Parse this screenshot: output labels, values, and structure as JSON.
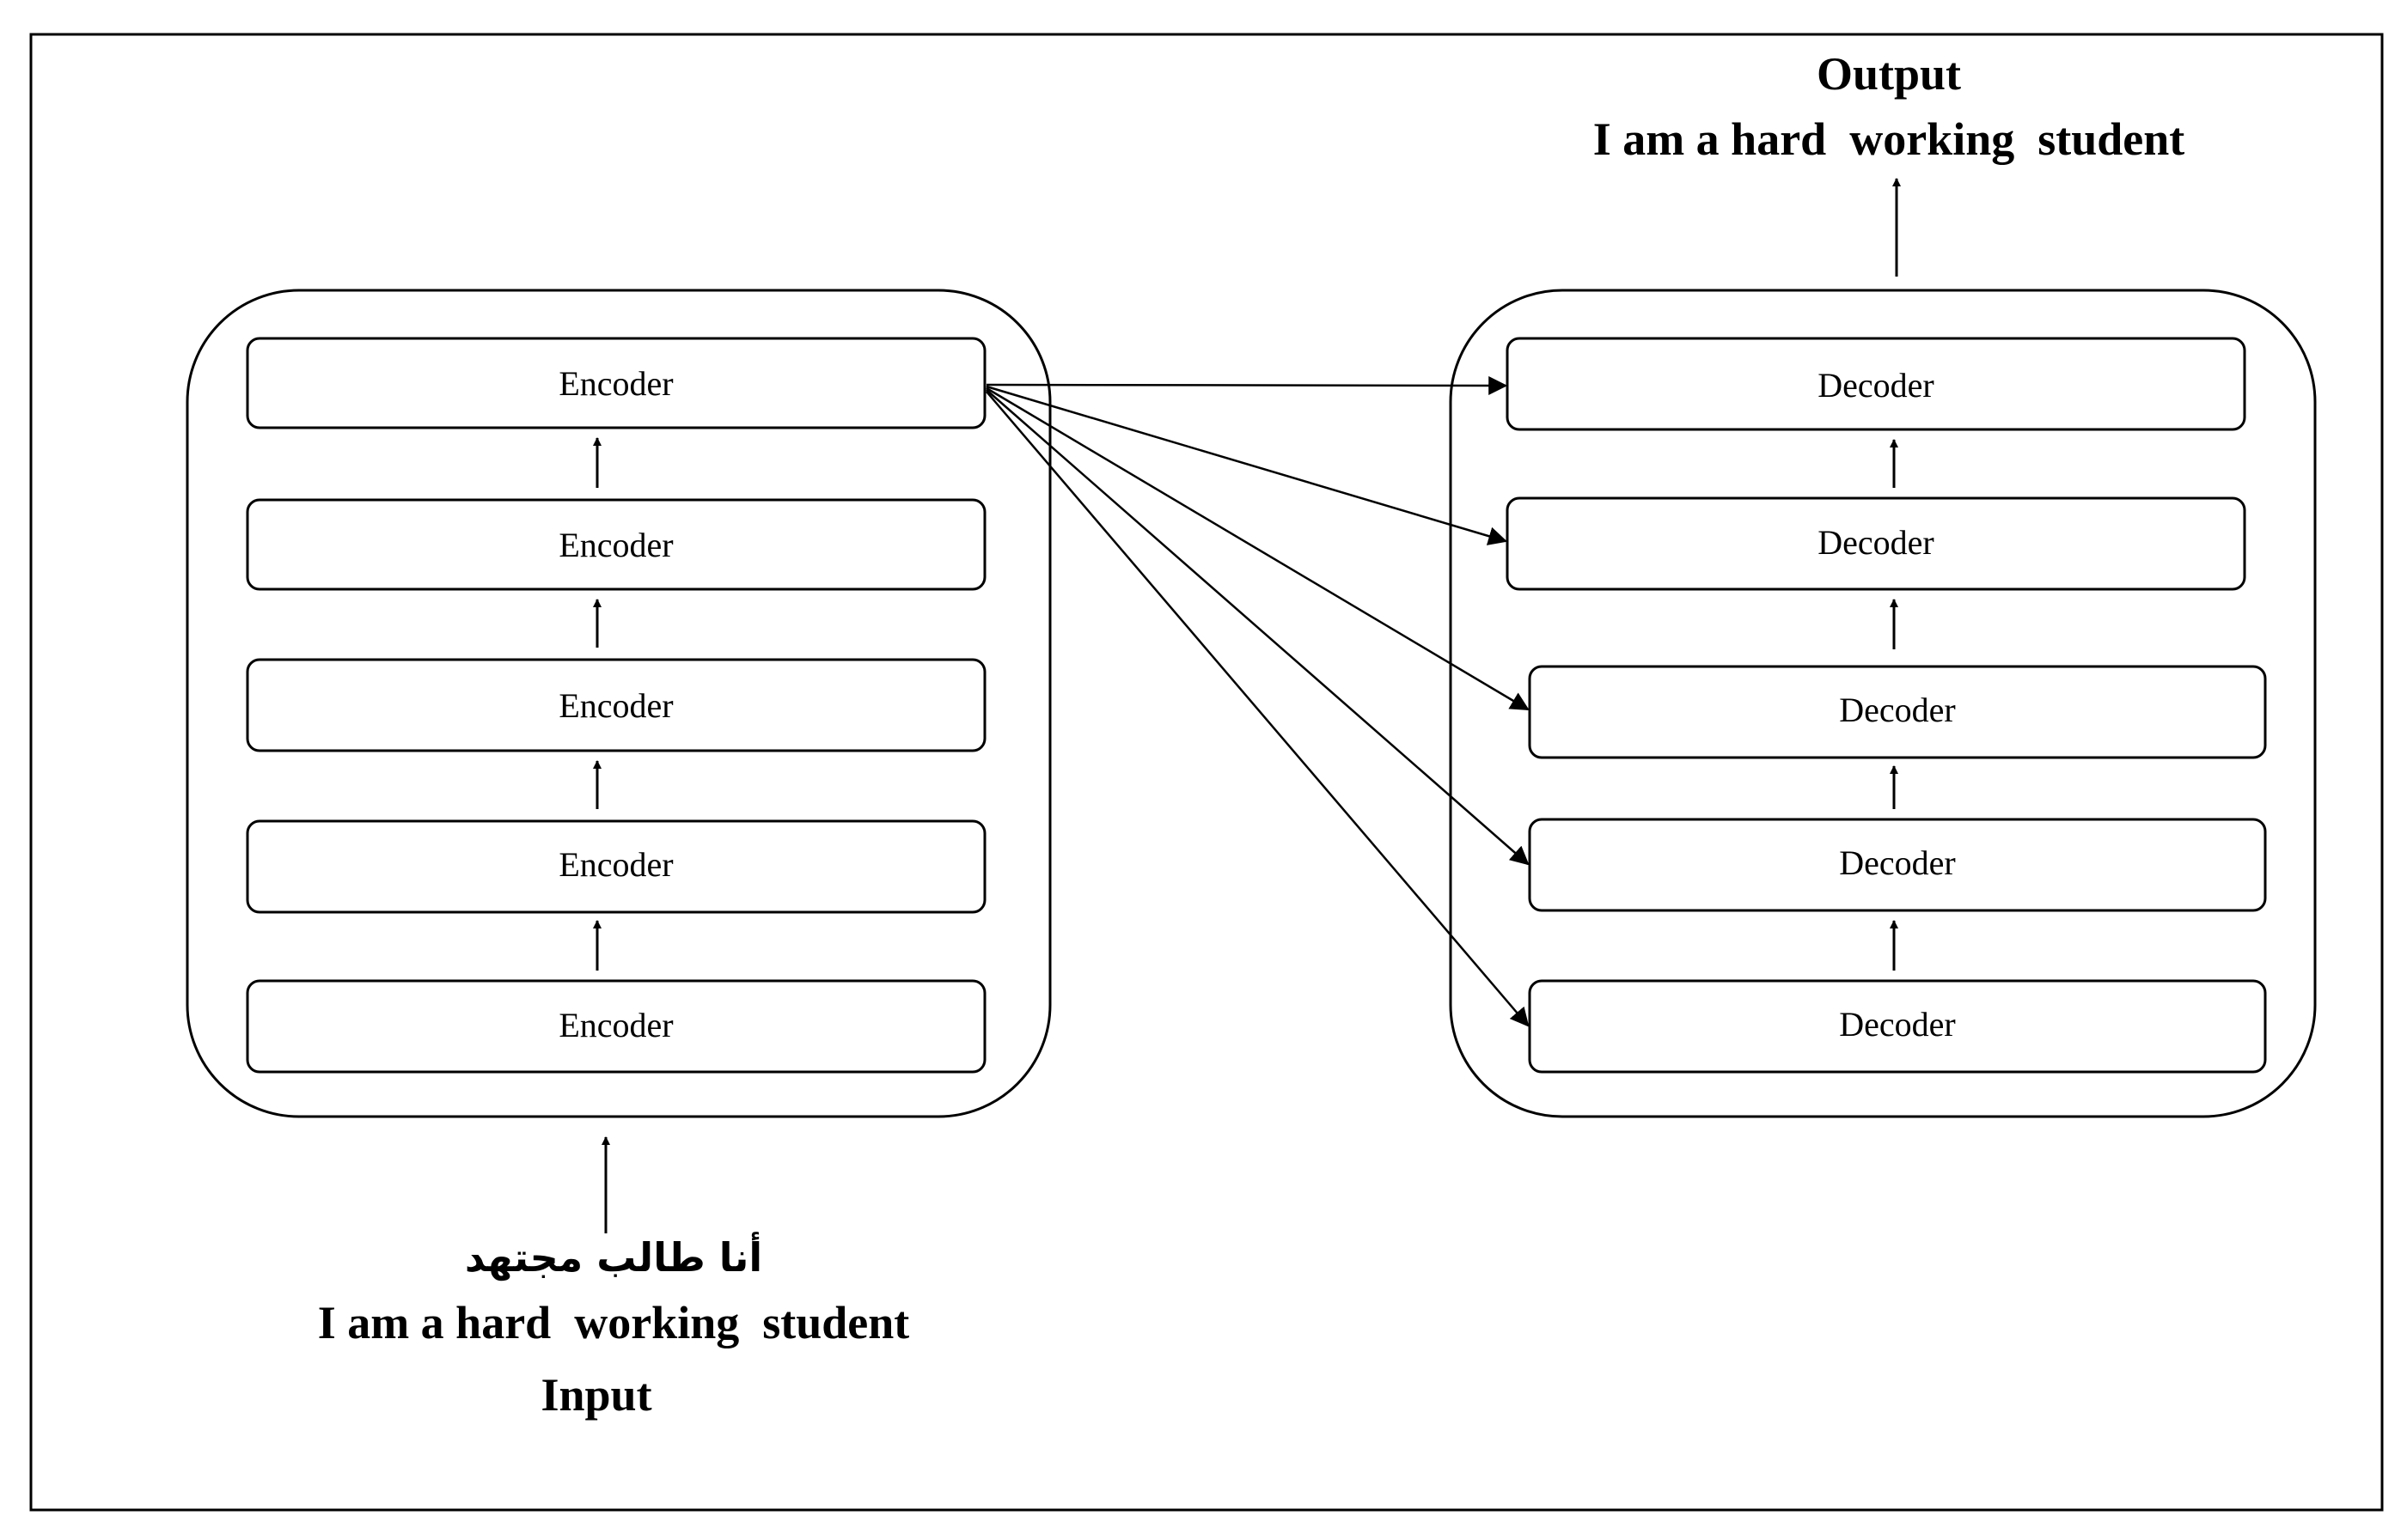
{
  "encoder": {
    "layers": [
      "Encoder",
      "Encoder",
      "Encoder",
      "Encoder",
      "Encoder"
    ]
  },
  "decoder": {
    "layers": [
      "Decoder",
      "Decoder",
      "Decoder",
      "Decoder",
      "Decoder"
    ]
  },
  "input": {
    "arabic_text": "أنا طالب مجتهد",
    "english_text": "I am a hard  working  student",
    "label": "Input"
  },
  "output": {
    "label": "Output",
    "english_text": "I am a hard  working  student"
  }
}
